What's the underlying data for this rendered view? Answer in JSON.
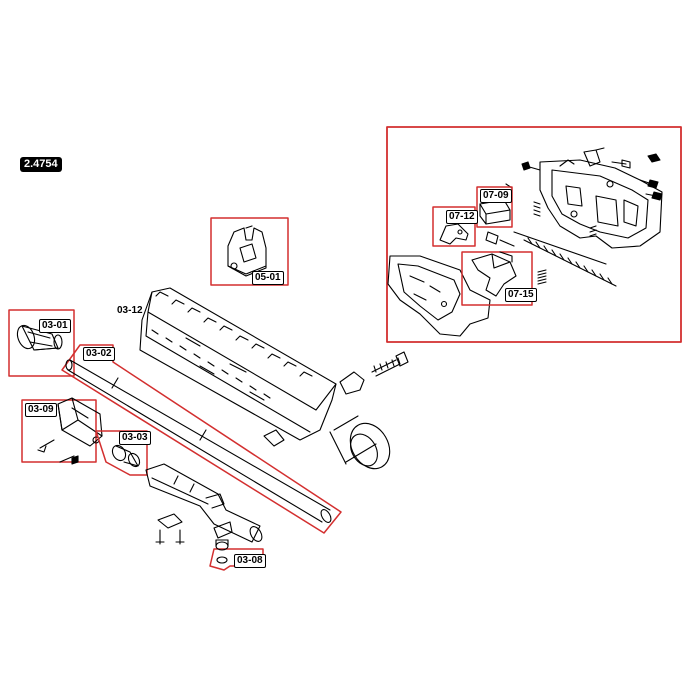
{
  "catalog_number": "2.4754",
  "colors": {
    "highlight": "#d32f2f",
    "line": "#000000"
  },
  "parts": {
    "p0501": "05-01",
    "p0312": "03-12",
    "p0301": "03-01",
    "p0302": "03-02",
    "p0309": "03-09",
    "p0303": "03-03",
    "p0308": "03-08",
    "p0709": "07-09",
    "p0712": "07-12",
    "p0715": "07-15"
  }
}
